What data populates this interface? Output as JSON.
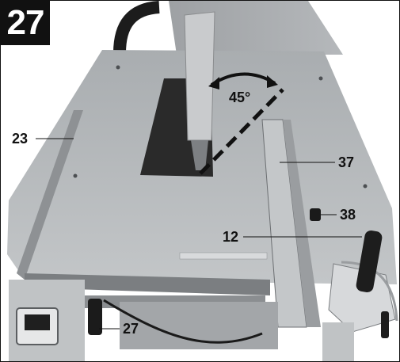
{
  "figure": {
    "number": "27",
    "angle_label": "45°",
    "callouts": [
      {
        "id": "c23",
        "text": "23"
      },
      {
        "id": "c37",
        "text": "37"
      },
      {
        "id": "c38",
        "text": "38"
      },
      {
        "id": "c12",
        "text": "12"
      },
      {
        "id": "c27",
        "text": "27"
      }
    ]
  },
  "colors": {
    "table_top": "#b4b7ba",
    "shadow": "#6f7275",
    "background": "#ffffff",
    "labels": "#111111"
  }
}
